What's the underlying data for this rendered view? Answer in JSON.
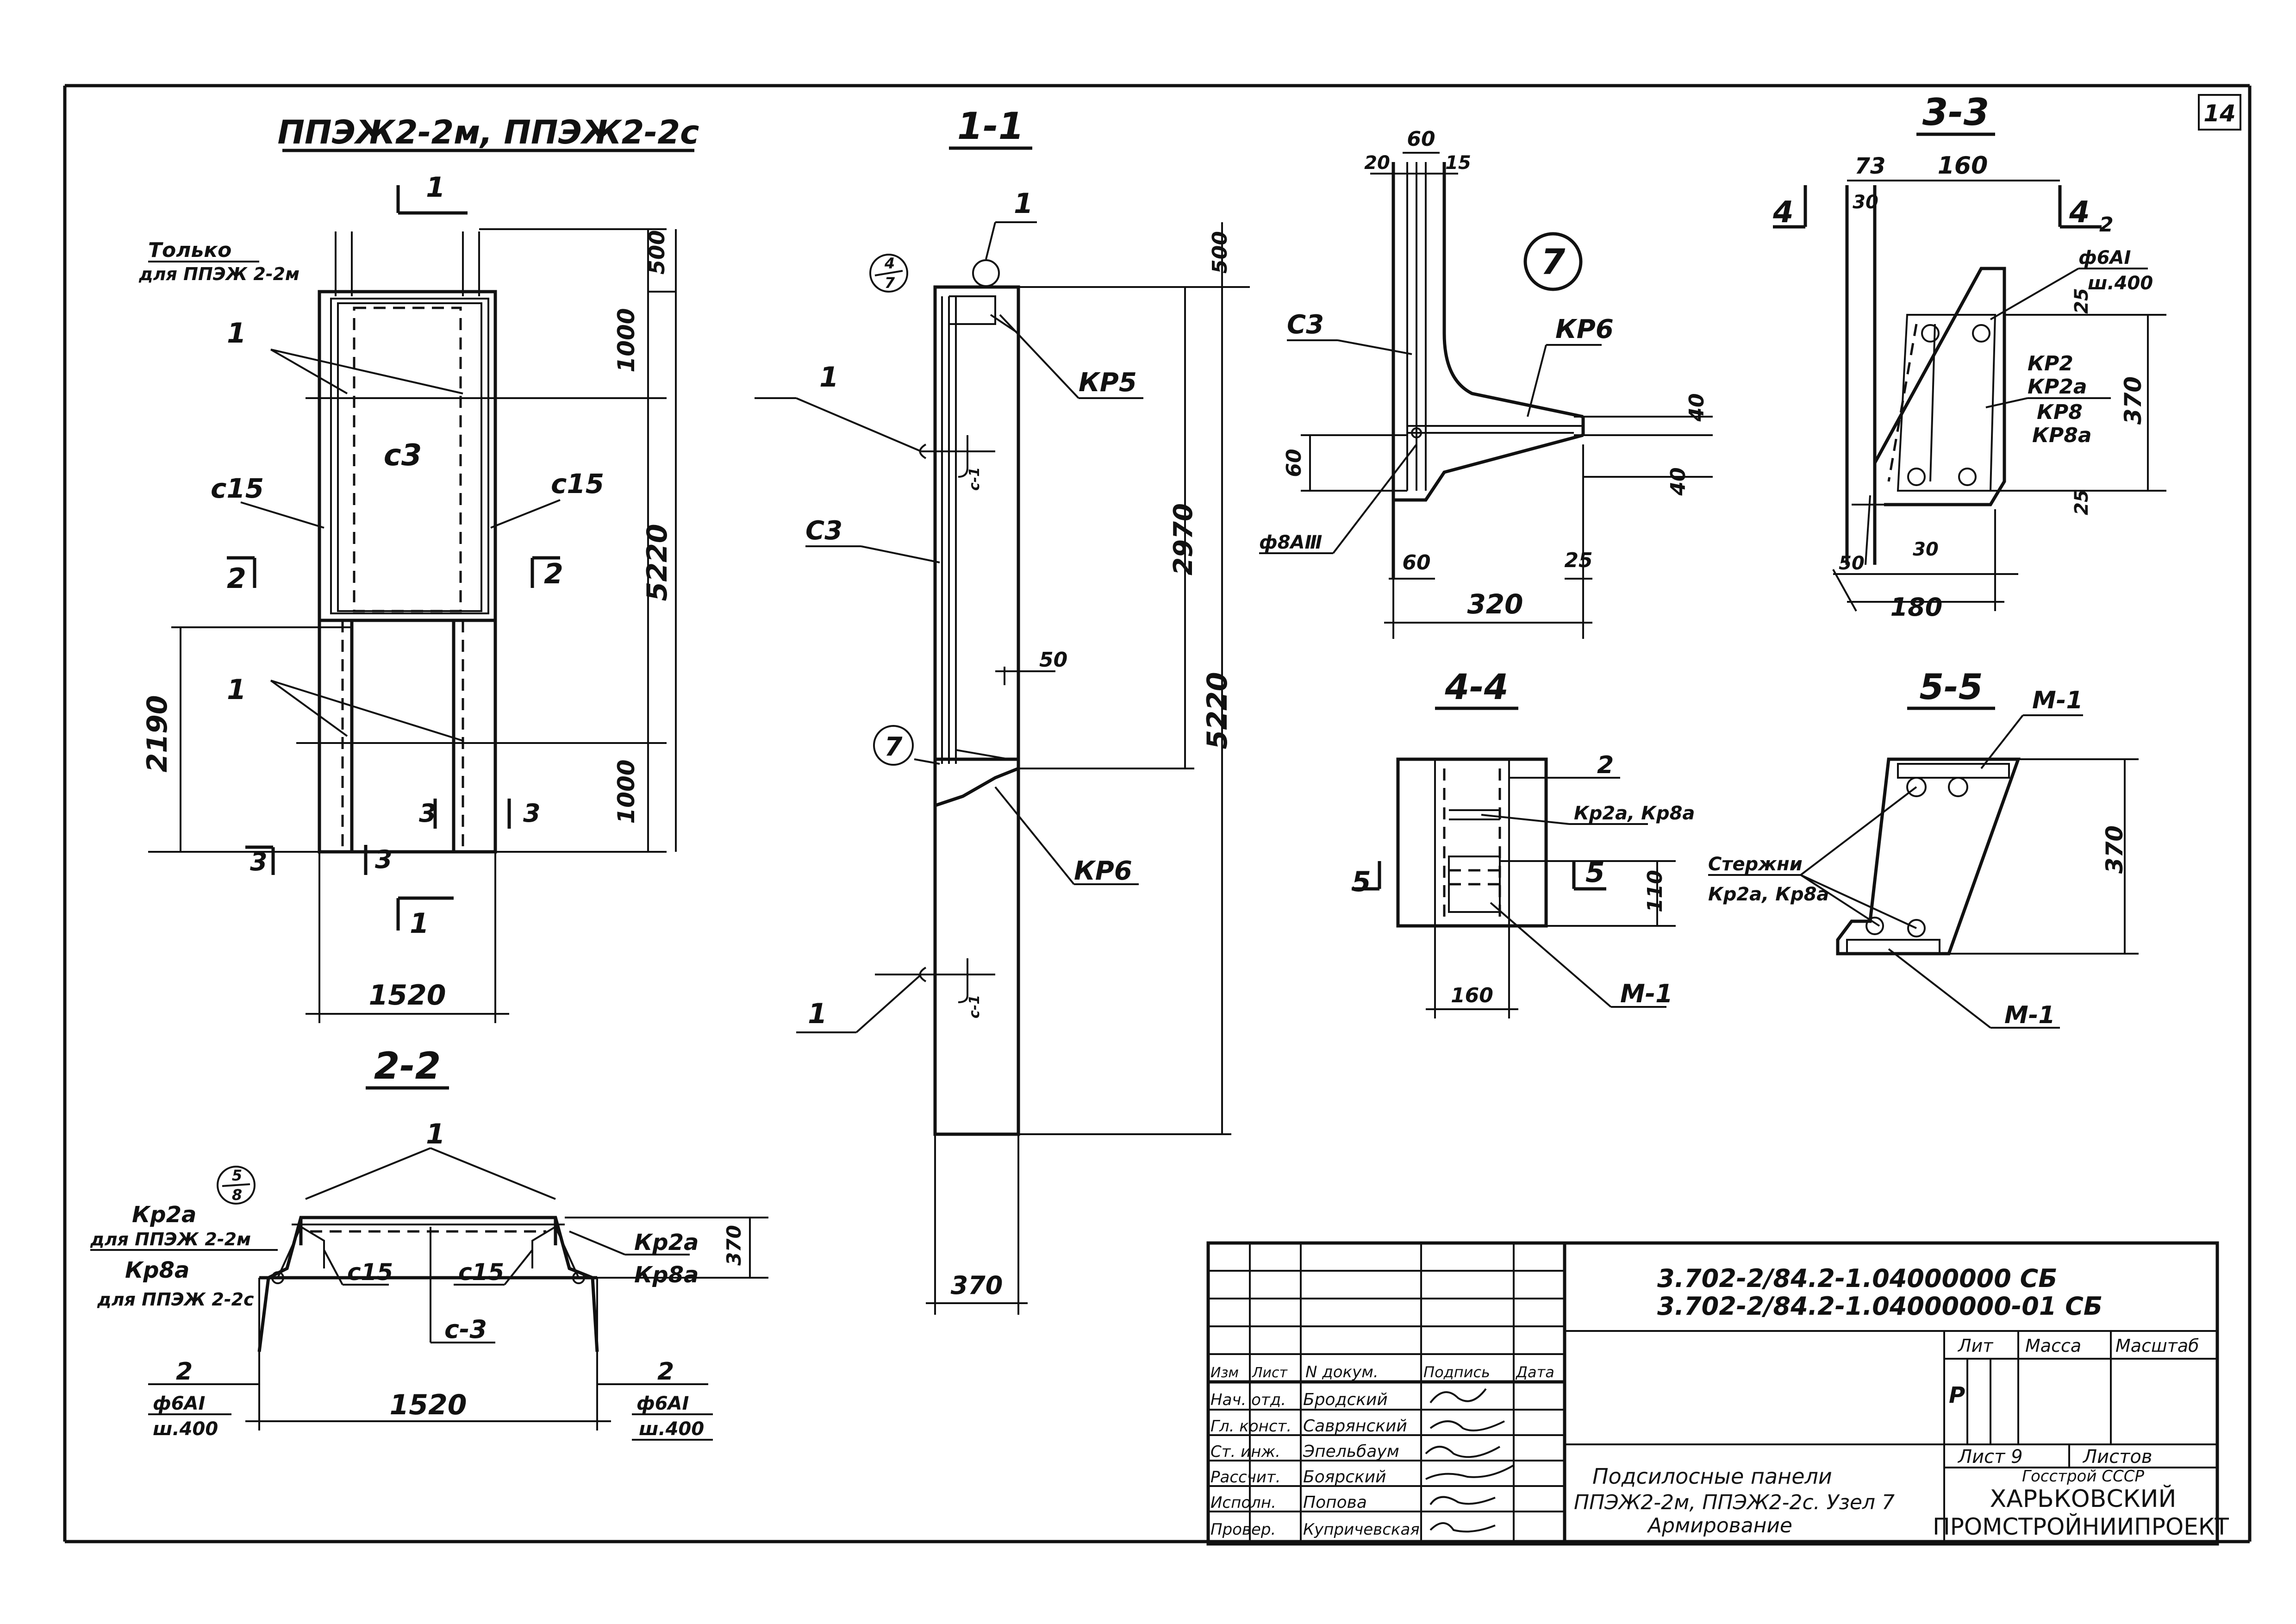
{
  "sheet_number": "14",
  "views": {
    "elevation": {
      "title": "ППЭЖ2-2м, ППЭЖ2-2с",
      "note_line1": "Только",
      "note_line2": "для ППЭЖ 2-2м",
      "labels": {
        "c3": "с3",
        "c15_left": "с15",
        "c15_right": "с15",
        "pos1_top": "1",
        "pos1_bottom": "1",
        "cut1_top": "1",
        "cut1_bottom": "1",
        "cut2_left": "2",
        "cut2_right": "2",
        "cut3_a": "3",
        "cut3_b": "3",
        "cut3_c": "3",
        "cut3_d": "3"
      },
      "dims": {
        "d500": "500",
        "d1000_top": "1000",
        "d5220": "5220",
        "d2190": "2190",
        "d1000_bottom": "1000",
        "d1520": "1520"
      }
    },
    "section_1_1": {
      "title": "1-1",
      "labels": {
        "pos1_top": "1",
        "pos1_mid": "1",
        "pos1_bottom": "1",
        "c3": "С3",
        "kr5": "КР5",
        "kr6": "КР6",
        "node_fraction_num": "4",
        "node_fraction_den": "7",
        "node7": "7"
      },
      "dims": {
        "d500": "500",
        "d2970": "2970",
        "d5220": "5220",
        "d50": "50",
        "d370": "370"
      }
    },
    "node_7": {
      "circle_label": "7",
      "labels": {
        "c3": "С3",
        "kr6": "КР6",
        "rebar": "ф8АⅢ"
      },
      "dims": {
        "d60_top": "60",
        "d20": "20",
        "d15": "15",
        "d40_a": "40",
        "d40_b": "40",
        "d60_left": "60",
        "d60_bottom": "60",
        "d25": "25",
        "d320": "320"
      }
    },
    "section_3_3": {
      "title": "3-3",
      "labels": {
        "cut4_left": "4",
        "cut4_right": "4",
        "pos2": "2",
        "rebar_line1": "ф6АⅠ",
        "rebar_line2": "ш.400",
        "kr2": "КР2",
        "kr2a": "КР2а",
        "kr8": "КР8",
        "kr8a": "КР8а"
      },
      "dims": {
        "d73": "73",
        "d160": "160",
        "d30_top": "30",
        "d25_top": "25",
        "d370": "370",
        "d25_bottom": "25",
        "d50": "50",
        "d30_bottom": "30",
        "d180": "180"
      }
    },
    "section_4_4": {
      "title": "4-4",
      "labels": {
        "pos2": "2",
        "kr": "Кр2а, Кр8а",
        "cut5_left": "5",
        "cut5_right": "5",
        "m1": "М-1"
      },
      "dims": {
        "d110": "110",
        "d160": "160"
      }
    },
    "section_5_5": {
      "title": "5-5",
      "labels": {
        "m1_top": "М-1",
        "m1_bottom": "М-1",
        "bars_line1": "Стержни",
        "bars_line2": "Кр2а, Кр8а"
      },
      "dims": {
        "d370": "370"
      }
    },
    "section_2_2": {
      "title": "2-2",
      "labels": {
        "pos1": "1",
        "kr2a_left": "Кр2а",
        "note_2m": "для ППЭЖ 2-2м",
        "kr8a_left": "Кр8а",
        "note_2c": "для ППЭЖ 2-2с",
        "c15_left": "с15",
        "c15_right": "с15",
        "c3": "с-3",
        "kr2a_right": "Кр2а",
        "kr8a_right": "Кр8а",
        "node_num": "5",
        "node_den": "8",
        "pos2_left": "2",
        "rebar_left_1": "ф6АⅠ",
        "rebar_left_2": "ш.400",
        "pos2_right": "2",
        "rebar_right_1": "ф6АⅠ",
        "rebar_right_2": "ш.400"
      },
      "dims": {
        "d370": "370",
        "d1520": "1520"
      }
    }
  },
  "title_block": {
    "doc_code_1": "3.702-2/84.2-1.04000000 СБ",
    "doc_code_2": "3.702-2/84.2-1.04000000-01 СБ",
    "header": {
      "izm": "Изм",
      "list": "Лист",
      "ndoc": "N докум.",
      "sign": "Подпись",
      "date": "Дата"
    },
    "roles": [
      {
        "role": "Нач. отд.",
        "name": "Бродский"
      },
      {
        "role": "Гл. конст.",
        "name": "Саврянский"
      },
      {
        "role": "Ст. инж.",
        "name": "Эпельбаум"
      },
      {
        "role": "Рассчит.",
        "name": "Боярский"
      },
      {
        "role": "Исполн.",
        "name": "Попова"
      },
      {
        "role": "Провер.",
        "name": "Купричевская"
      }
    ],
    "lit_label": "Лит",
    "mass_label": "Масса",
    "scale_label": "Масштаб",
    "lit_value": "Р",
    "sheet_label": "Лист 9",
    "sheets_label": "Листов",
    "description_1": "Подсилосные панели",
    "description_2": "ППЭЖ2-2м, ППЭЖ2-2с. Узел 7",
    "description_3": "Армирование",
    "org_1": "Госстрой СССР",
    "org_2": "ХАРЬКОВСКИЙ",
    "org_3": "ПРОМСТРОЙНИИПРОЕКТ"
  }
}
